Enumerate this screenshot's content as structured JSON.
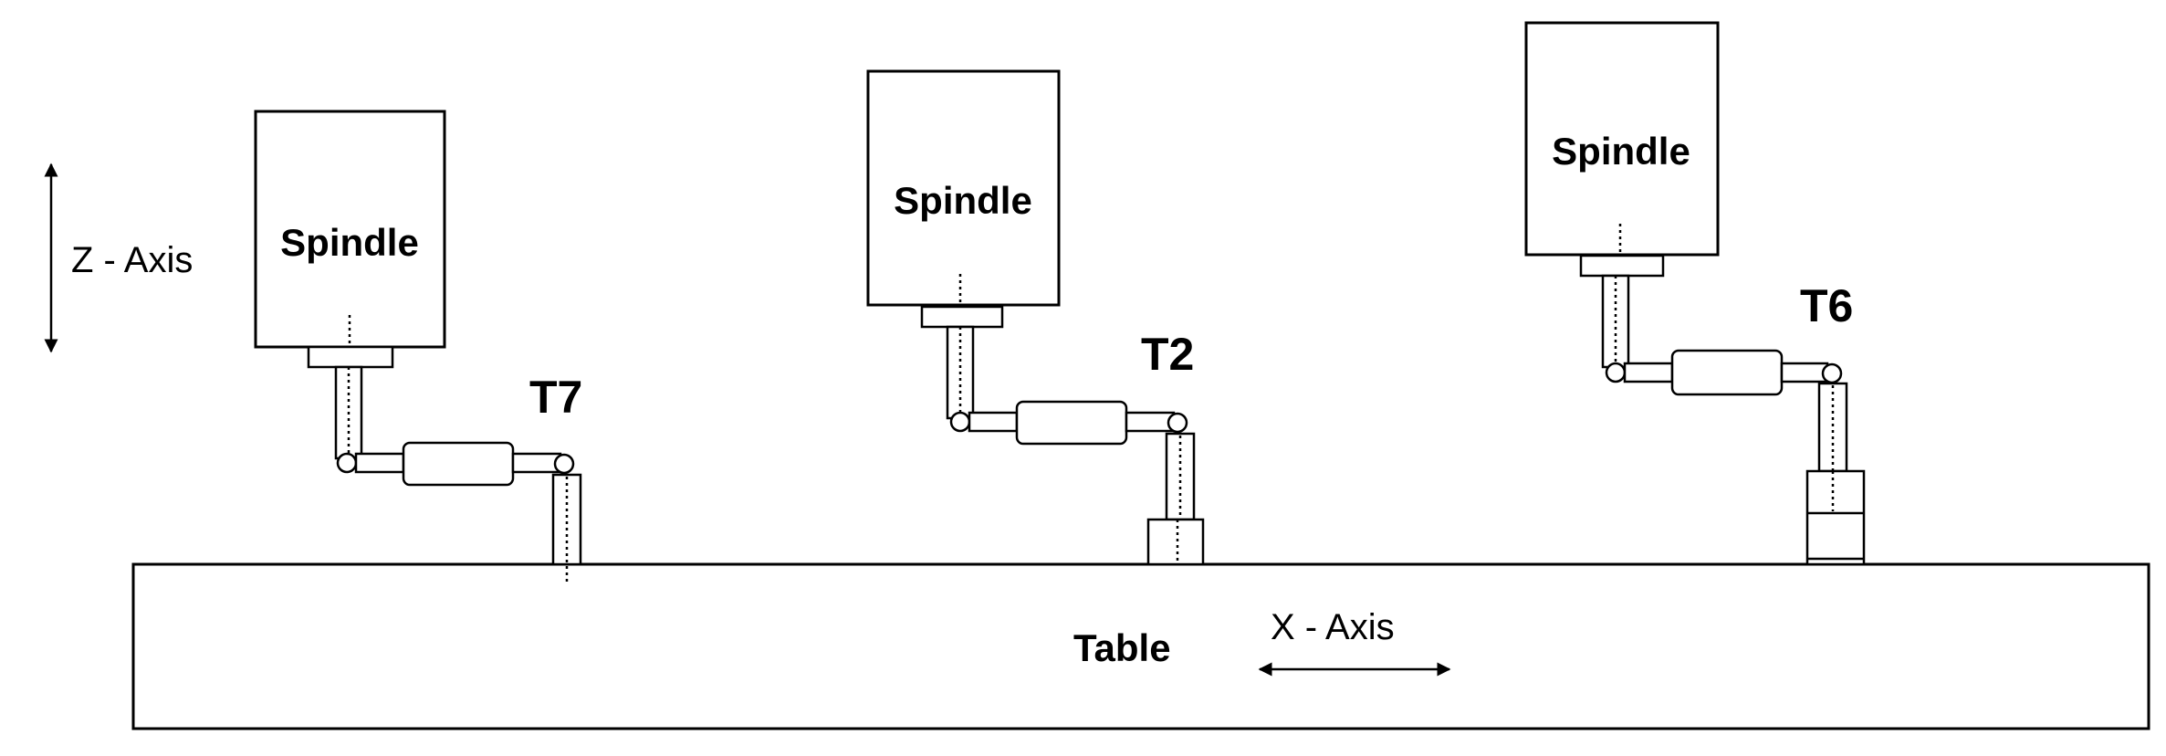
{
  "spindles": [
    {
      "label": "Spindle",
      "tool": "T7"
    },
    {
      "label": "Spindle",
      "tool": "T2"
    },
    {
      "label": "Spindle",
      "tool": "T6"
    }
  ],
  "table": {
    "label": "Table"
  },
  "axes": {
    "z": "Z - Axis",
    "x": "X - Axis"
  }
}
